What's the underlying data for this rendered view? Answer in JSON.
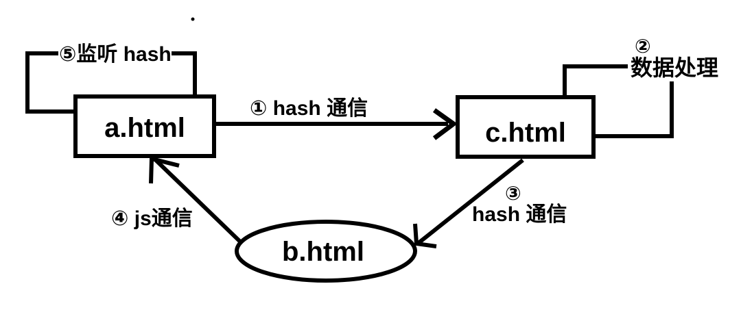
{
  "diagram": {
    "background": "#ffffff",
    "stroke_color": "#000000",
    "nodes": {
      "a": {
        "label": "a.html",
        "shape": "rect"
      },
      "b": {
        "label": "b.html",
        "shape": "ellipse"
      },
      "c": {
        "label": "c.html",
        "shape": "rect"
      }
    },
    "edges": {
      "step1": {
        "label": "① hash 通信",
        "from": "a",
        "to": "c",
        "style": "straight-arrow"
      },
      "step2": {
        "num": "②",
        "label": "数据处理",
        "from": "c",
        "to": "c",
        "style": "self-loop"
      },
      "step3": {
        "num": "③",
        "label": "hash 通信",
        "from": "c",
        "to": "b",
        "style": "diagonal-arrow"
      },
      "step4": {
        "label": "④ js通信",
        "from": "b",
        "to": "a",
        "style": "diagonal-arrow"
      },
      "step5": {
        "label": "⑤监听 hash",
        "from": "a",
        "to": "a",
        "style": "self-loop"
      }
    }
  }
}
